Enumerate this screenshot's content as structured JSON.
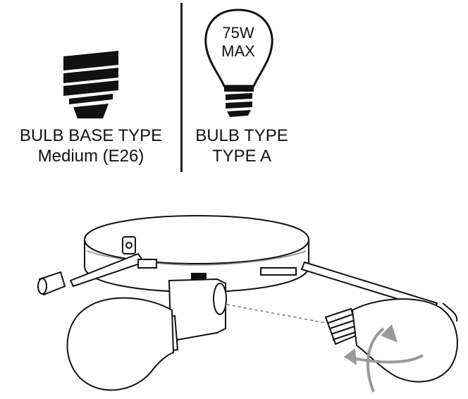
{
  "bulb_base": {
    "title": "BULB BASE TYPE",
    "value": "Medium (E26)",
    "icon": "screw-base-icon"
  },
  "bulb_type": {
    "title": "BULB TYPE",
    "value": "TYPE A",
    "icon": "bulb-icon",
    "wattage_line1": "75W",
    "wattage_line2": "MAX"
  },
  "colors": {
    "ink": "#111111",
    "arrow_gray": "#9a9a9a"
  }
}
